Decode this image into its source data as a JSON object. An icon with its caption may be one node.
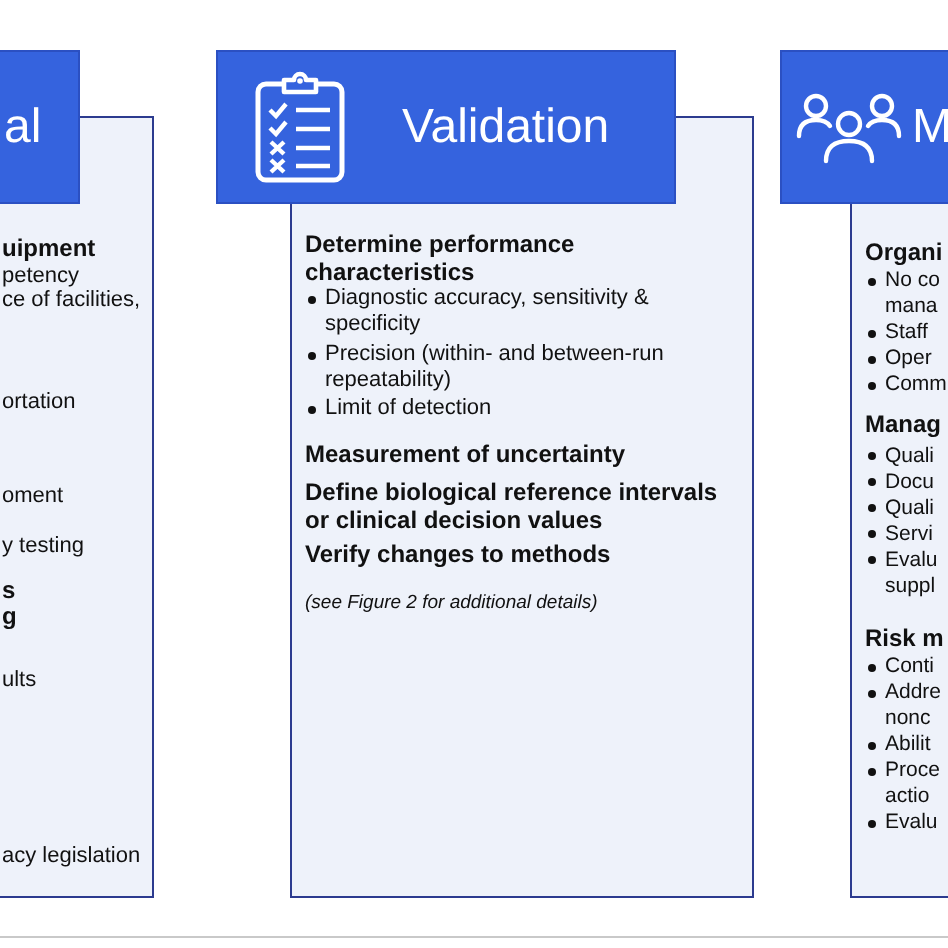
{
  "diagram": {
    "nodes": [
      {
        "text": [
          "al"
        ]
      },
      {
        "text": [
          "uipment",
          "petency",
          "ce of facilities,",
          "ortation",
          "oment",
          "y testing",
          "s g",
          "ults",
          "acy legislation"
        ]
      },
      {
        "text": [
          "Validation"
        ]
      },
      {
        "text": [
          "Determine performance characteristics",
          "Diagnostic accuracy, sensitivity & specificity",
          "Precision (within- and between-run repeatability)",
          "Limit of detection",
          "Measurement of uncertainty",
          "Define biological reference intervals or clinical decision values",
          "Verify changes to methods",
          "(see Figure 2 for additional details)"
        ]
      },
      {
        "text": [
          "M"
        ]
      },
      {
        "text": [
          "Organi",
          "No co mana",
          "Staff",
          "Oper",
          "Comm",
          "Manag",
          "Quali",
          "Docu",
          "Quali",
          "Servi",
          "Evalu suppl",
          "Risk m",
          "Conti",
          "Addre nonc",
          "Abilit",
          "Proce actio",
          "Evalu"
        ]
      }
    ]
  }
}
